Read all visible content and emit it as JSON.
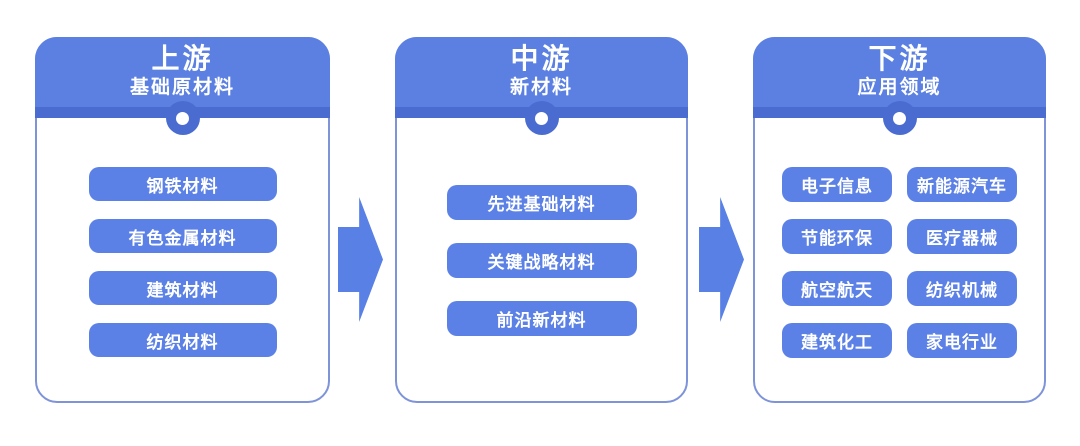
{
  "colors": {
    "header_blue": "#5B80E2",
    "header_edge_blue": "#4A6CD0",
    "pill_blue": "#5C81E6",
    "panel_border": "#7E93D8",
    "arrow_blue": "#5880E5",
    "background": "#FFFFFF",
    "text": "#FFFFFF"
  },
  "columns": [
    {
      "stage": "上游",
      "category": "基础原材料",
      "items": [
        "钢铁材料",
        "有色金属材料",
        "建筑材料",
        "纺织材料"
      ]
    },
    {
      "stage": "中游",
      "category": "新材料",
      "items": [
        "先进基础材料",
        "关键战略材料",
        "前沿新材料"
      ]
    },
    {
      "stage": "下游",
      "category": "应用领域",
      "items": [
        "电子信息",
        "新能源汽车",
        "节能环保",
        "医疗器械",
        "航空航天",
        "纺织机械",
        "建筑化工",
        "家电行业"
      ]
    }
  ]
}
